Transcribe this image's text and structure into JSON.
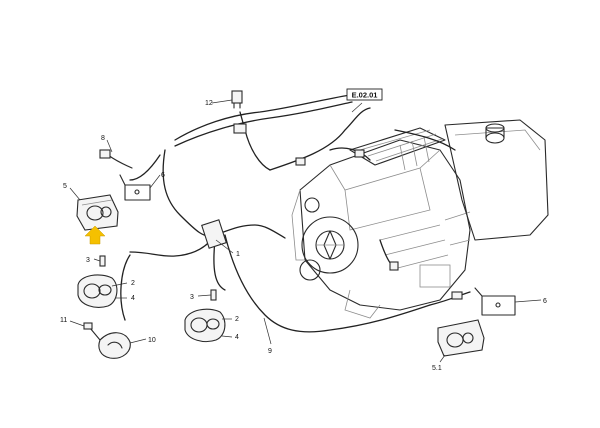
{
  "ref_box": {
    "label": "E.02.01"
  },
  "callouts": [
    {
      "id": "12",
      "label": "12"
    },
    {
      "id": "8",
      "label": "8"
    },
    {
      "id": "5",
      "label": "5"
    },
    {
      "id": "6a",
      "label": "6"
    },
    {
      "id": "1",
      "label": "1"
    },
    {
      "id": "3a",
      "label": "3"
    },
    {
      "id": "2a",
      "label": "2"
    },
    {
      "id": "4a",
      "label": "4"
    },
    {
      "id": "3b",
      "label": "3"
    },
    {
      "id": "2b",
      "label": "2"
    },
    {
      "id": "4b",
      "label": "4"
    },
    {
      "id": "11",
      "label": "11"
    },
    {
      "id": "10",
      "label": "10"
    },
    {
      "id": "9",
      "label": "9"
    },
    {
      "id": "6b",
      "label": "6"
    },
    {
      "id": "51",
      "label": "5.1"
    }
  ],
  "colors": {
    "highlight_arrow": "#f5c000",
    "line": "#2a2a2a"
  }
}
